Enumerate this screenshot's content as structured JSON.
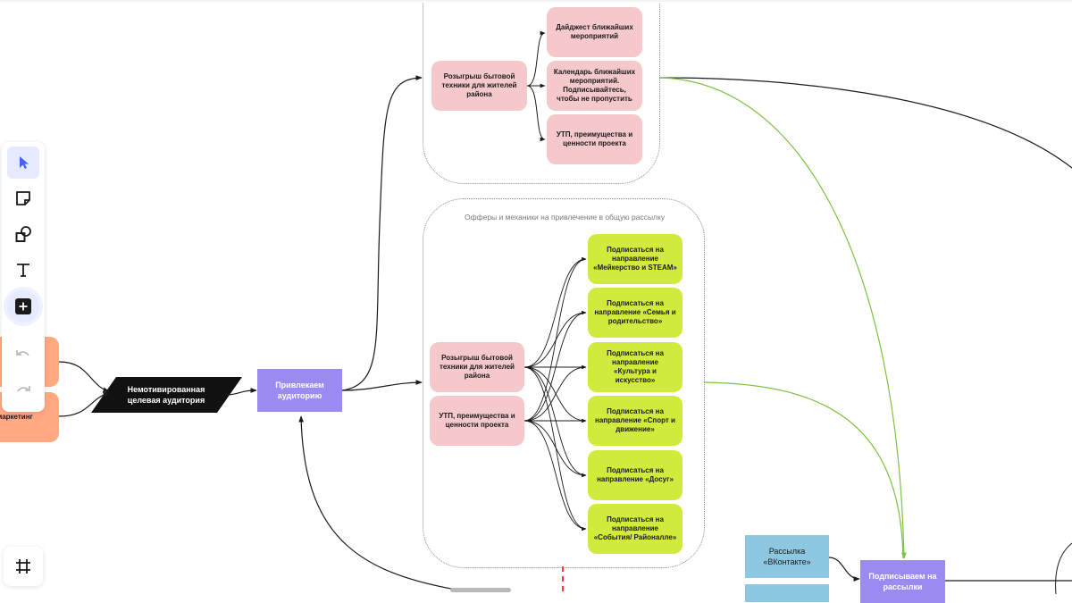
{
  "frames": {
    "top_title": "",
    "middle_title": "Офферы и механики на привлечение в общую рассылку"
  },
  "nodes": {
    "left_orange_top": "",
    "left_orange_bottom": "енс-маркетинг",
    "unmotivated": "Немотивированная целевая аудитория",
    "attract": "Привлекаем аудиторию",
    "top_raffle": "Розыгрыш бытовой техники для жителей района",
    "top_digest": "Дайджест ближайших мероприятий",
    "top_calendar": "Календарь ближайших мероприятий. Подписывайтесь, чтобы не пропустить",
    "top_usp": "УТП, преимущества и ценности проекта",
    "mid_raffle": "Розыгрыш бытовой техники для жителей района",
    "mid_usp": "УТП, преимущества и ценности проекта",
    "green_1": "Подписаться на направление «Мейкерство и STEAM»",
    "green_2": "Подписаться на направление «Семья и родительство»",
    "green_3": "Подписаться на направление «Культура и искусство»",
    "green_4": "Подписаться на направление «Спорт и движение»",
    "green_5": "Подписаться на направление «Досуг»",
    "green_6": "Подписаться на направление «События/ Районалле»",
    "vk_mailing": "Рассылка «ВКонтакте»",
    "subscribe_mailing": "Подписываем на рассылки"
  },
  "toolbar": {
    "tools": [
      "select-icon",
      "sticky-note-icon",
      "shapes-icon",
      "text-icon",
      "add-icon",
      "undo-icon",
      "redo-icon"
    ],
    "active_tool": "select-icon",
    "frame_tool": "frame-icon"
  },
  "colors": {
    "pink": "#f5c9cb",
    "green": "#d2ea3b",
    "orange": "#ffa981",
    "purple": "#9b8af0",
    "blue": "#8ec7e0",
    "black_node": "#111111",
    "green_connector": "#7cc242",
    "connector": "#1a1a1a",
    "accent": "#4262ff",
    "red_dashes": "#ff3b30"
  }
}
